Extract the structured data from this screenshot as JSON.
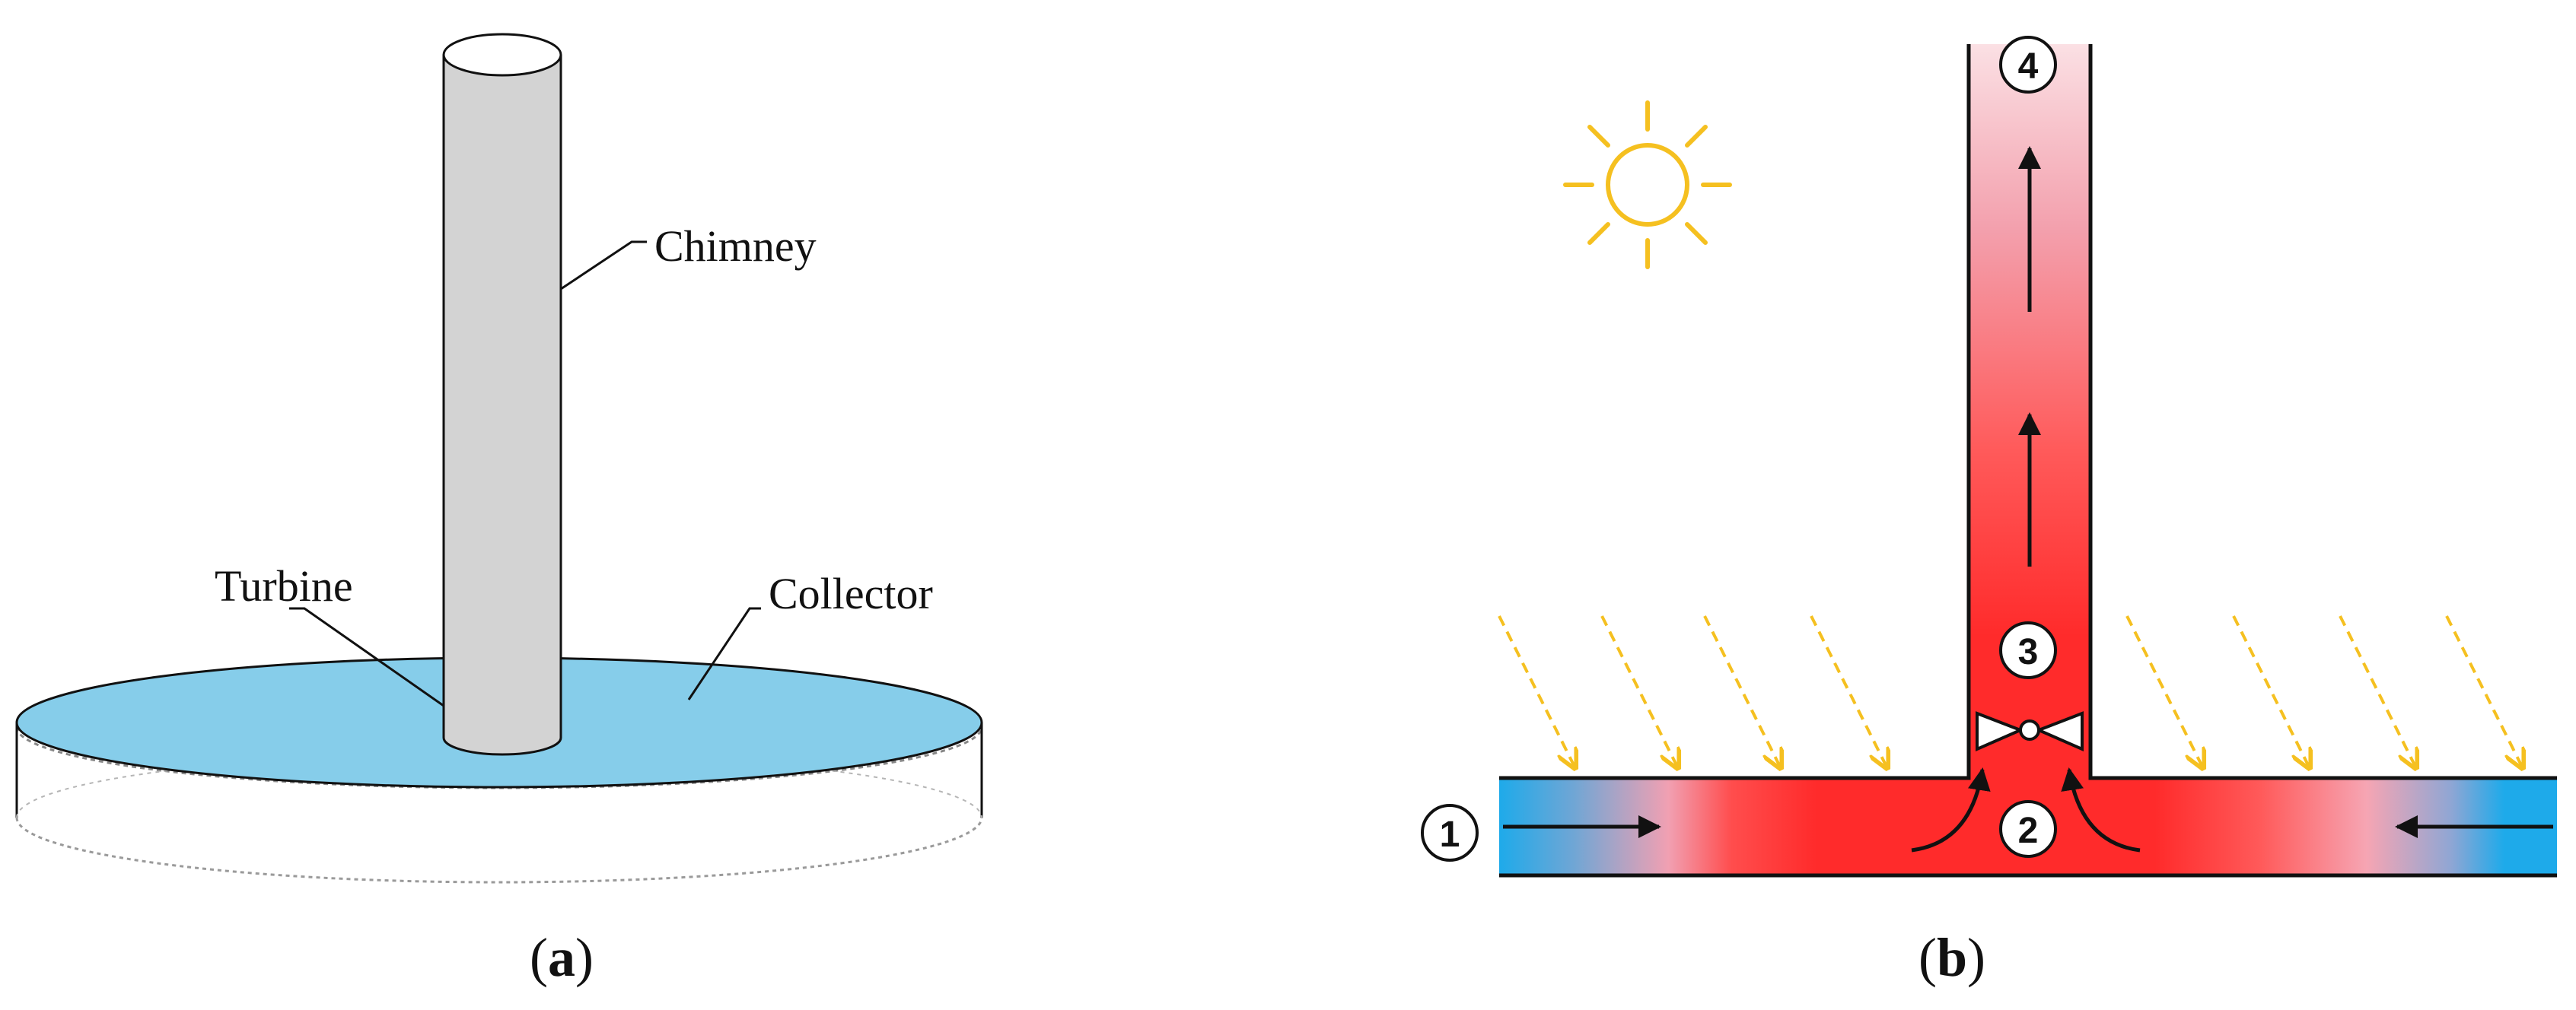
{
  "panel_a": {
    "caption_open": "(",
    "caption_letter": "a",
    "caption_close": ")",
    "labels": {
      "chimney": "Chimney",
      "turbine": "Turbine",
      "collector": "Collector"
    }
  },
  "panel_b": {
    "caption_open": "(",
    "caption_letter": "b",
    "caption_close": ")",
    "nodes": [
      "1",
      "2",
      "3",
      "4"
    ]
  },
  "colors": {
    "collector_fill": "#86cdea",
    "chimney_fill": "#d3d3d3",
    "cold_air": "#1eaaea",
    "hot_air": "#ff2b2b",
    "pale_air": "#f7a6b1",
    "sun": "#f5c020",
    "sun_rays": "#f5c020",
    "outline": "#111111"
  },
  "icons": {
    "sun": "sun-icon",
    "turbine": "turbine-icon",
    "flow_arrow": "arrow-icon"
  }
}
